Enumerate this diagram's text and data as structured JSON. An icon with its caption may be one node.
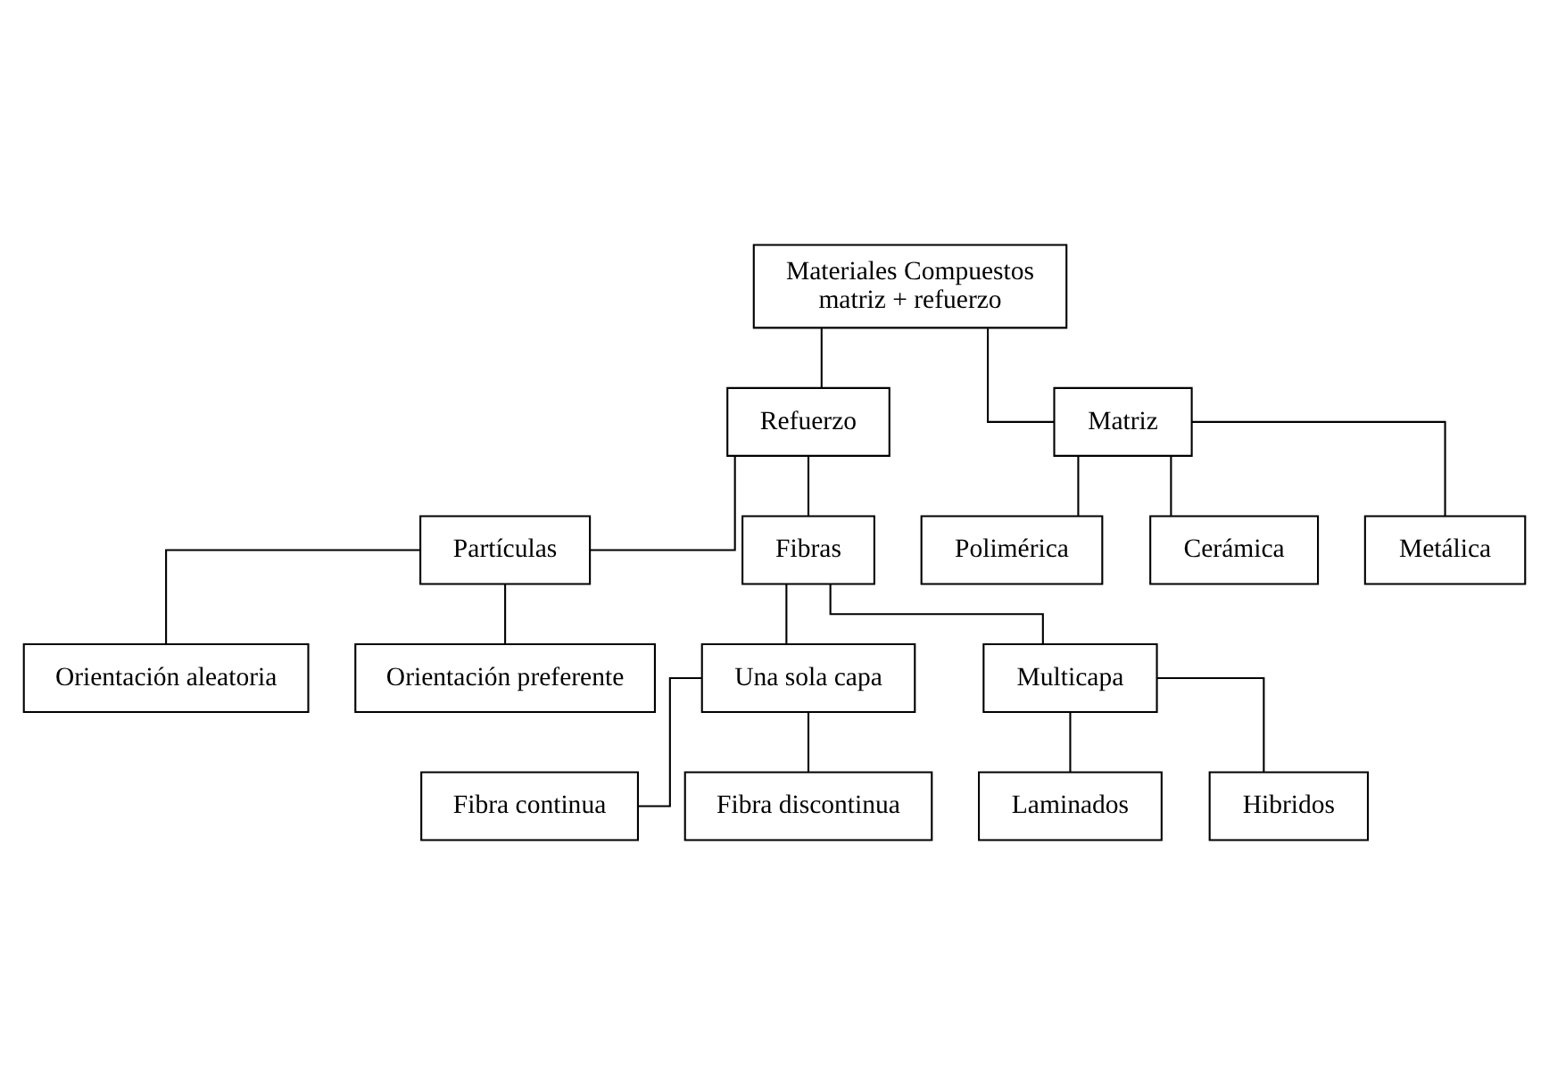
{
  "diagram": {
    "nodes": [
      {
        "text": [
          "Materiales Compuestos",
          "matriz + refuerzo"
        ]
      },
      {
        "text": [
          "Refuerzo"
        ]
      },
      {
        "text": [
          "Matriz"
        ]
      },
      {
        "text": [
          "Partículas"
        ]
      },
      {
        "text": [
          "Fibras"
        ]
      },
      {
        "text": [
          "Orientación aleatoria"
        ]
      },
      {
        "text": [
          "Orientación preferente"
        ]
      },
      {
        "text": [
          "Una sola capa"
        ]
      },
      {
        "text": [
          "Multicapa"
        ]
      },
      {
        "text": [
          "Fibra continua"
        ]
      },
      {
        "text": [
          "Fibra discontinua"
        ]
      },
      {
        "text": [
          "Laminados"
        ]
      },
      {
        "text": [
          "Hibridos"
        ]
      },
      {
        "text": [
          "Polimérica"
        ]
      },
      {
        "text": [
          "Cerámica"
        ]
      },
      {
        "text": [
          "Metálica"
        ]
      }
    ],
    "edges": [
      {
        "from": 0,
        "to": 1,
        "arrow": "none"
      },
      {
        "from": 0,
        "to": 2,
        "arrow": "none"
      },
      {
        "from": 1,
        "to": 3,
        "arrow": "none"
      },
      {
        "from": 1,
        "to": 4,
        "arrow": "none"
      },
      {
        "from": 3,
        "to": 5,
        "arrow": "none"
      },
      {
        "from": 3,
        "to": 6,
        "arrow": "none"
      },
      {
        "from": 4,
        "to": 7,
        "arrow": "none"
      },
      {
        "from": 4,
        "to": 8,
        "arrow": "none"
      },
      {
        "from": 7,
        "to": 9,
        "arrow": "none"
      },
      {
        "from": 7,
        "to": 10,
        "arrow": "none"
      },
      {
        "from": 8,
        "to": 11,
        "arrow": "none"
      },
      {
        "from": 8,
        "to": 12,
        "arrow": "none"
      },
      {
        "from": 2,
        "to": 13,
        "arrow": "none"
      },
      {
        "from": 2,
        "to": 14,
        "arrow": "none"
      },
      {
        "from": 2,
        "to": 15,
        "arrow": "none"
      }
    ]
  }
}
